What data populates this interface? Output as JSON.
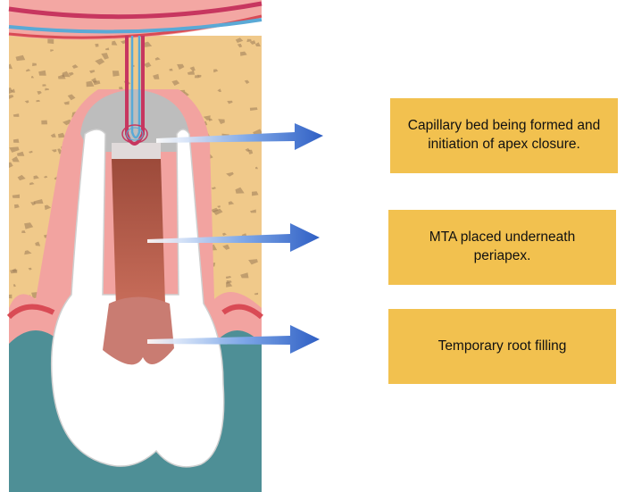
{
  "labels": [
    {
      "text": "Capillary bed being formed and\ninitiation of apex closure."
    },
    {
      "text": "MTA placed underneath\nperiapex."
    },
    {
      "text": "Temporary root filling"
    }
  ],
  "colors": {
    "label_fill": "#f2c14f",
    "bone": "#f0c98a",
    "bone_speckle": "#9a7a58",
    "gum": "#f2a3a0",
    "gum_dark": "#d94b55",
    "base": "#4e8f96",
    "tooth": "#ffffff",
    "pulp_canal": "#b35c48",
    "mta": "#bdbdbd",
    "vessel_red": "#c7365f",
    "vessel_blue": "#5aa9d6",
    "arrow": "#3a6fcf"
  }
}
